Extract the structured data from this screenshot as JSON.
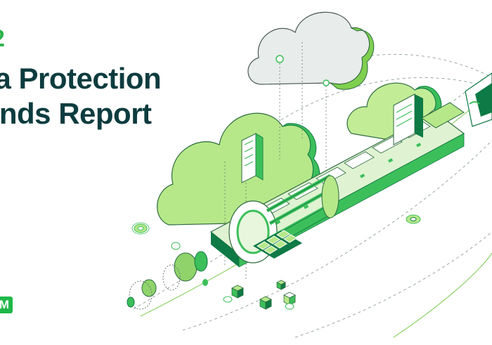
{
  "cover": {
    "year_fragment": "2",
    "title_line_1": "ta Protection",
    "title_line_2": "ends Report",
    "logo_fragment": "M"
  },
  "colors": {
    "accent_green": "#2bb34a",
    "title_dark": "#0d3c3f",
    "light_green": "#a6e37a",
    "mid_green": "#3cbf5a",
    "deep_green": "#0e7a45"
  },
  "illustration": {
    "icon": "data-center-cloud-illustration"
  }
}
